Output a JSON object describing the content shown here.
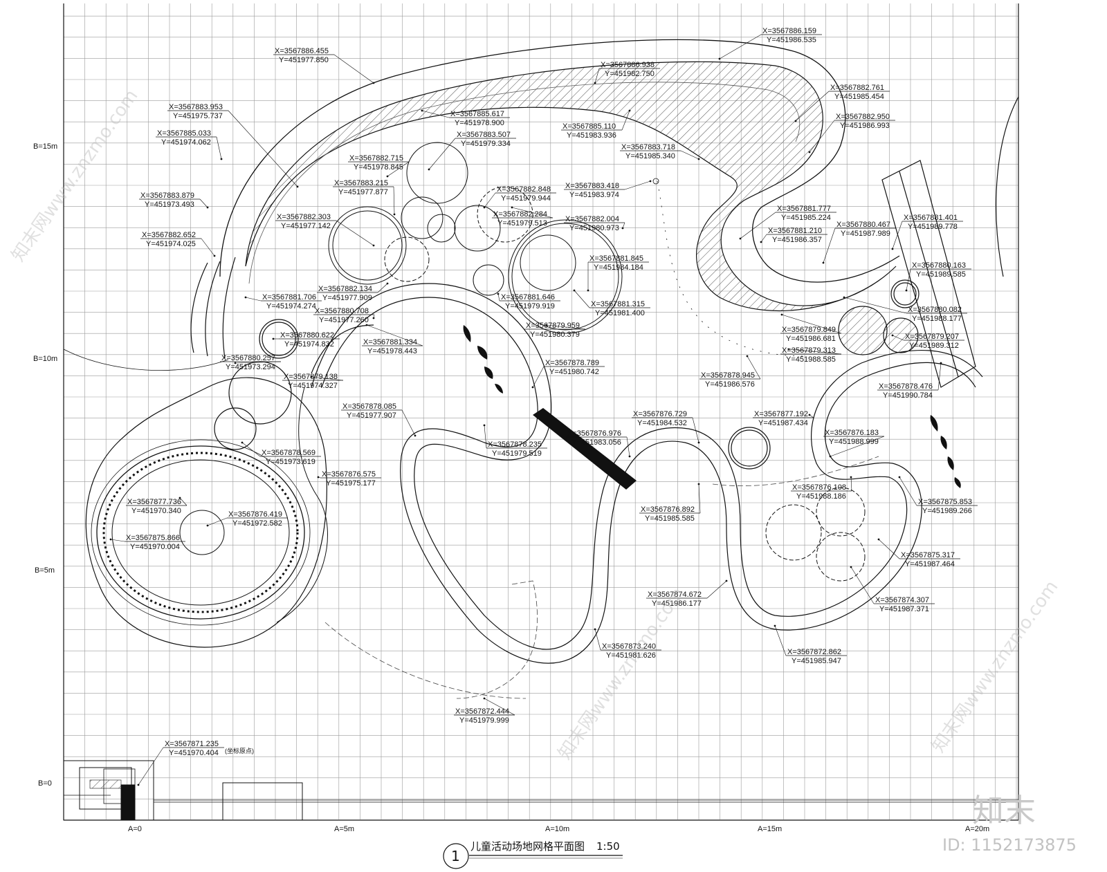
{
  "title": "儿童活动场地网格平面图",
  "scale": "1:50",
  "drawing_number": "1",
  "origin_note": "(坐标原点)",
  "axis_a_labels": [
    "A=0",
    "A=5m",
    "A=10m",
    "A=15m",
    "A=20m"
  ],
  "axis_b_labels": [
    "B=0",
    "B=5m",
    "B=10m",
    "B=15m"
  ],
  "watermark": {
    "id_text": "ID: 1152173875",
    "logo_text": "知末",
    "site_text": "知末网www.znzmo.com"
  },
  "coordinates": [
    {
      "x": "X=3567886.455",
      "y": "Y=451977.850"
    },
    {
      "x": "X=3567886.159",
      "y": "Y=451986.535"
    },
    {
      "x": "X=3567886.938",
      "y": "Y=451982.750"
    },
    {
      "x": "X=3567882.761",
      "y": "Y=451985.454"
    },
    {
      "x": "X=3567882.950",
      "y": "Y=451986.993"
    },
    {
      "x": "X=3567883.953",
      "y": "Y=451975.737"
    },
    {
      "x": "X=3567885.617",
      "y": "Y=451978.900"
    },
    {
      "x": "X=3567883.507",
      "y": "Y=451979.334"
    },
    {
      "x": "X=3567885.110",
      "y": "Y=451983.936"
    },
    {
      "x": "X=3567883.718",
      "y": "Y=451985.340"
    },
    {
      "x": "X=3567885.033",
      "y": "Y=451974.062"
    },
    {
      "x": "X=3567882.715",
      "y": "Y=451978.845"
    },
    {
      "x": "X=3567883.215",
      "y": "Y=451977.877"
    },
    {
      "x": "X=3567883.418",
      "y": "Y=451983.974"
    },
    {
      "x": "X=3567882.848",
      "y": "Y=451979.944"
    },
    {
      "x": "X=3567883.879",
      "y": "Y=451973.493"
    },
    {
      "x": "X=3567882.303",
      "y": "Y=451977.142"
    },
    {
      "x": "X=3567882.284",
      "y": "Y=451979.513"
    },
    {
      "x": "X=3567882.004",
      "y": "Y=451980.973"
    },
    {
      "x": "X=3567881.777",
      "y": "Y=451985.224"
    },
    {
      "x": "X=3567881.210",
      "y": "Y=451986.357"
    },
    {
      "x": "X=3567880.467",
      "y": "Y=451987.989"
    },
    {
      "x": "X=3567881.401",
      "y": "Y=451989.778"
    },
    {
      "x": "X=3567882.652",
      "y": "Y=451974.025"
    },
    {
      "x": "X=3567881.845",
      "y": "Y=451984.184"
    },
    {
      "x": "X=3567880.163",
      "y": "Y=451989.585"
    },
    {
      "x": "X=3567882.134",
      "y": "Y=451977.909"
    },
    {
      "x": "X=3567881.706",
      "y": "Y=451974.274"
    },
    {
      "x": "X=3567880.708",
      "y": "Y=451977.260"
    },
    {
      "x": "X=3567881.646",
      "y": "Y=451979.919"
    },
    {
      "x": "X=3567881.315",
      "y": "Y=451981.400"
    },
    {
      "x": "X=3567880.082",
      "y": "Y=451988.177"
    },
    {
      "x": "X=3567879.959",
      "y": "Y=451980.379"
    },
    {
      "x": "X=3567879.849",
      "y": "Y=451986.681"
    },
    {
      "x": "X=3567879.207",
      "y": "Y=451989.312"
    },
    {
      "x": "X=3567880.622",
      "y": "Y=451974.832"
    },
    {
      "x": "X=3567881.334",
      "y": "Y=451978.443"
    },
    {
      "x": "X=3567879.313",
      "y": "Y=451988.585"
    },
    {
      "x": "X=3567880.257",
      "y": "Y=451973.294"
    },
    {
      "x": "X=3567878.789",
      "y": "Y=451980.742"
    },
    {
      "x": "X=3567878.945",
      "y": "Y=451986.576"
    },
    {
      "x": "X=3567879.138",
      "y": "Y=451974.327"
    },
    {
      "x": "X=3567878.476",
      "y": "Y=451990.784"
    },
    {
      "x": "X=3567878.085",
      "y": "Y=451977.907"
    },
    {
      "x": "X=3567876.729",
      "y": "Y=451984.532"
    },
    {
      "x": "X=3567877.192",
      "y": "Y=451987.434"
    },
    {
      "x": "X=3567876.976",
      "y": "Y=451983.056"
    },
    {
      "x": "X=3567876.183",
      "y": "Y=451988.999"
    },
    {
      "x": "X=3567878.235",
      "y": "Y=451979.519"
    },
    {
      "x": "X=3567878.569",
      "y": "Y=451973.619"
    },
    {
      "x": "X=3567876.575",
      "y": "Y=451975.177"
    },
    {
      "x": "X=3567876.108",
      "y": "Y=451988.186"
    },
    {
      "x": "X=3567877.736",
      "y": "Y=451970.340"
    },
    {
      "x": "X=3567875.853",
      "y": "Y=451989.266"
    },
    {
      "x": "X=3567876.892",
      "y": "Y=451985.585"
    },
    {
      "x": "X=3567876.419",
      "y": "Y=451972.582"
    },
    {
      "x": "X=3567875.866",
      "y": "Y=451970.004"
    },
    {
      "x": "X=3567875.317",
      "y": "Y=451987.464"
    },
    {
      "x": "X=3567874.672",
      "y": "Y=451986.177"
    },
    {
      "x": "X=3567874.307",
      "y": "Y=451987.371"
    },
    {
      "x": "X=3567873.240",
      "y": "Y=451981.626"
    },
    {
      "x": "X=3567872.862",
      "y": "Y=451985.947"
    },
    {
      "x": "X=3567872.444",
      "y": "Y=451979.999"
    },
    {
      "x": "X=3567871.235",
      "y": "Y=451970.404"
    }
  ]
}
